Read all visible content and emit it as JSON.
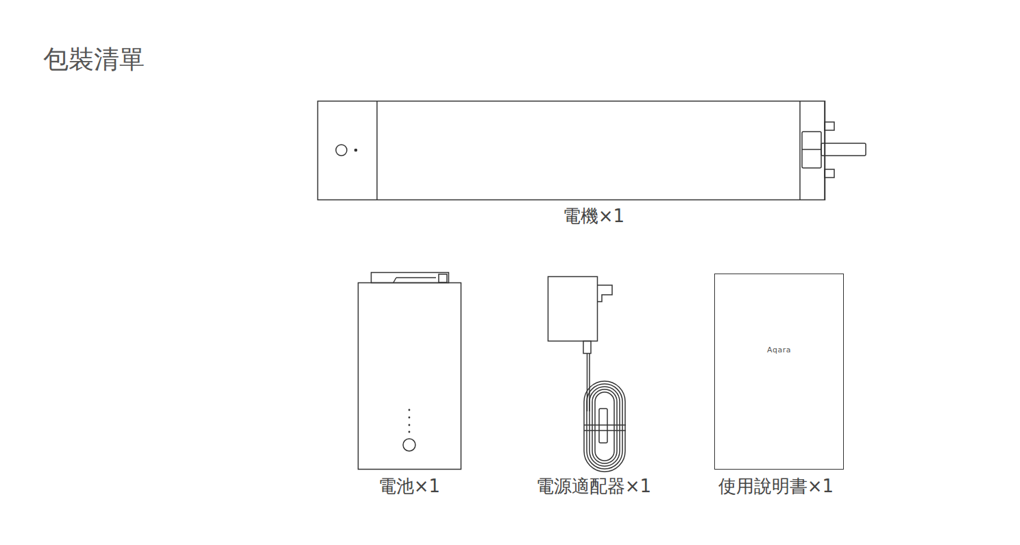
{
  "diagram": {
    "title": "包裝清單",
    "nodes": [
      {
        "text": [
          "Aqara"
        ]
      }
    ],
    "labels": [
      "電機×1",
      "電池×1",
      "電源適配器×1",
      "使用說明書×1"
    ]
  }
}
